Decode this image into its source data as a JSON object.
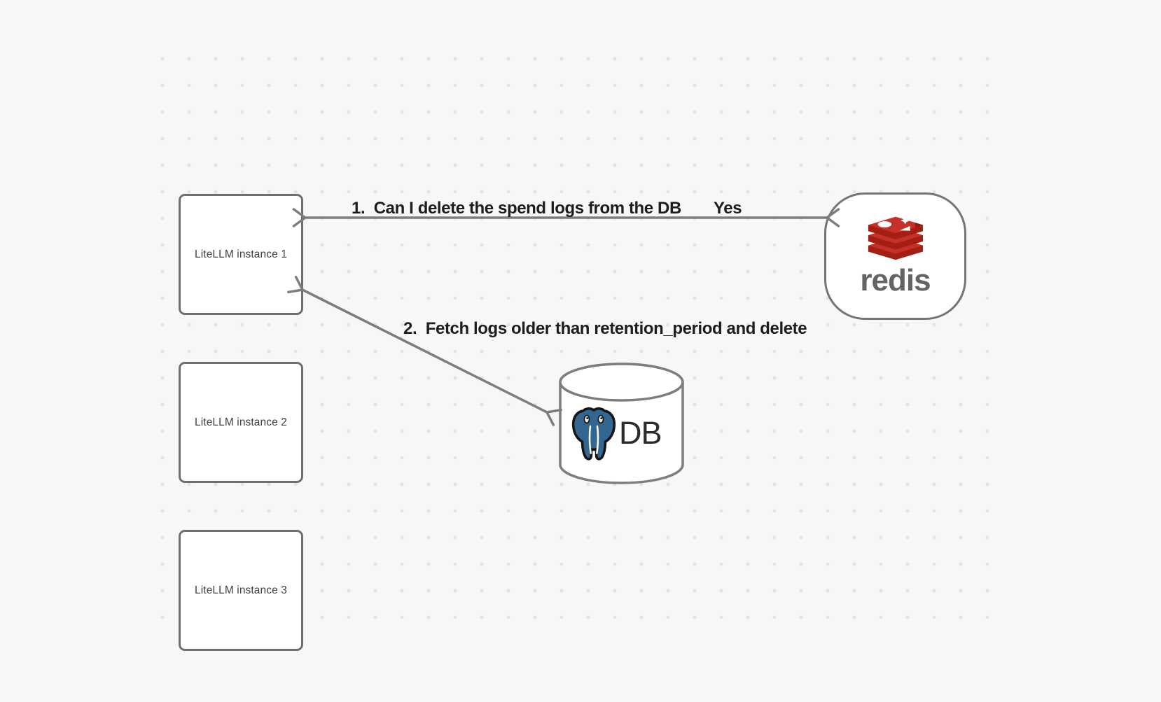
{
  "diagram": {
    "nodes": {
      "instances": [
        {
          "label": "LiteLLM instance 1"
        },
        {
          "label": "LiteLLM instance 2"
        },
        {
          "label": "LiteLLM instance 3"
        }
      ],
      "redis": {
        "wordmark": "redis",
        "icon": "redis-logo-icon"
      },
      "db": {
        "label": "DB",
        "icon": "postgresql-logo-icon",
        "shape": "cylinder"
      }
    },
    "edges": {
      "edge1": {
        "label": "1.  Can I delete the spend logs from the DB",
        "response": "Yes",
        "from": "redis",
        "to": "LiteLLM instance 1",
        "style": "double-headed-arrow"
      },
      "edge2": {
        "label": "2.  Fetch logs older than retention_period and delete",
        "from": "LiteLLM instance 1",
        "to": "DB",
        "style": "double-headed-arrow"
      }
    },
    "colors": {
      "background": "#f7f7f8",
      "grid_dot": "#e3e3e4",
      "node_border": "#6f6f6f",
      "arrow": "#7d7d7d",
      "edge_label_text": "#1d1d1f",
      "node_label_text": "#3f3f3f",
      "redis_red": "#C6302B",
      "redis_dark_red": "#A41E11",
      "redis_wordmark_gray": "#636363",
      "postgres_blue": "#336791",
      "db_text": "#2b2b2b"
    }
  }
}
